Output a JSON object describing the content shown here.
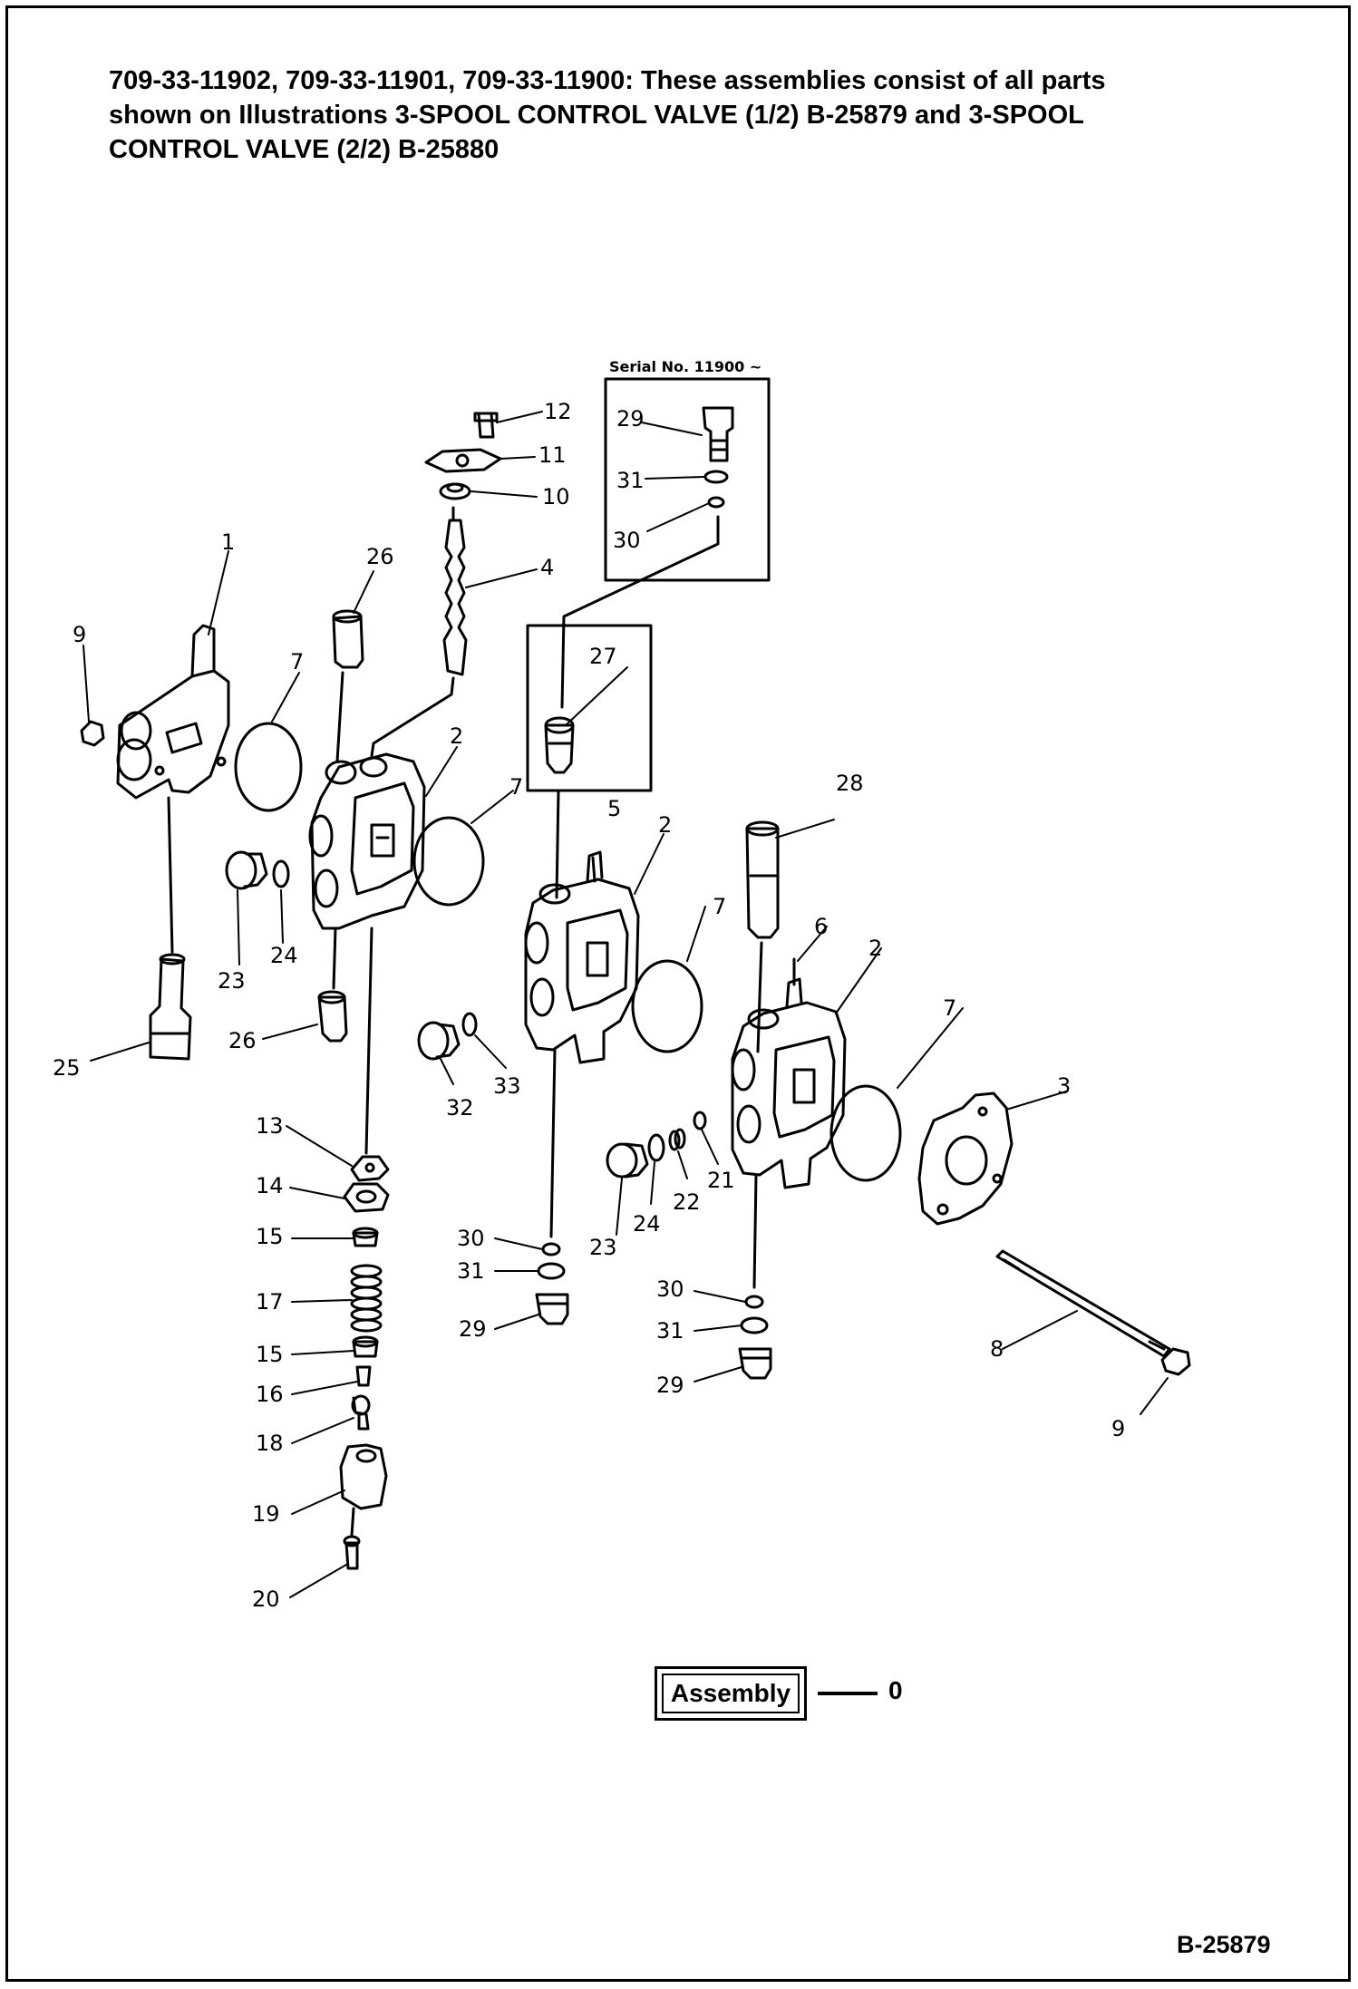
{
  "header": {
    "line1": "709-33-11902, 709-33-11901, 709-33-11900: These assemblies consist of all parts",
    "line2": "shown on Illustrations 3-SPOOL CONTROL VALVE (1/2) B-25879 and 3-SPOOL",
    "line3": "CONTROL VALVE (2/2) B-25880"
  },
  "serial_note": "Serial No. 11900 ~",
  "callouts": {
    "c1": "1",
    "c2a": "2",
    "c2b": "2",
    "c2c": "2",
    "c3": "3",
    "c4": "4",
    "c5": "5",
    "c6": "6",
    "c7a": "7",
    "c7b": "7",
    "c7c": "7",
    "c7d": "7",
    "c8": "8",
    "c9a": "9",
    "c9b": "9",
    "c10": "10",
    "c11": "11",
    "c12": "12",
    "c13": "13",
    "c14": "14",
    "c15a": "15",
    "c15b": "15",
    "c16": "16",
    "c17": "17",
    "c18": "18",
    "c19": "19",
    "c20": "20",
    "c21": "21",
    "c22": "22",
    "c23a": "23",
    "c23b": "23",
    "c24a": "24",
    "c24b": "24",
    "c25": "25",
    "c26a": "26",
    "c26b": "26",
    "c27": "27",
    "c28": "28",
    "c29a": "29",
    "c29b": "29",
    "c29c": "29",
    "c30a": "30",
    "c30b": "30",
    "c30c": "30",
    "c31a": "31",
    "c31b": "31",
    "c31c": "31",
    "c32": "32",
    "c33": "33"
  },
  "assembly": {
    "label": "Assembly",
    "number": "0"
  },
  "diagram_id": "B-25879",
  "colors": {
    "ink": "#000000",
    "paper": "#ffffff"
  }
}
